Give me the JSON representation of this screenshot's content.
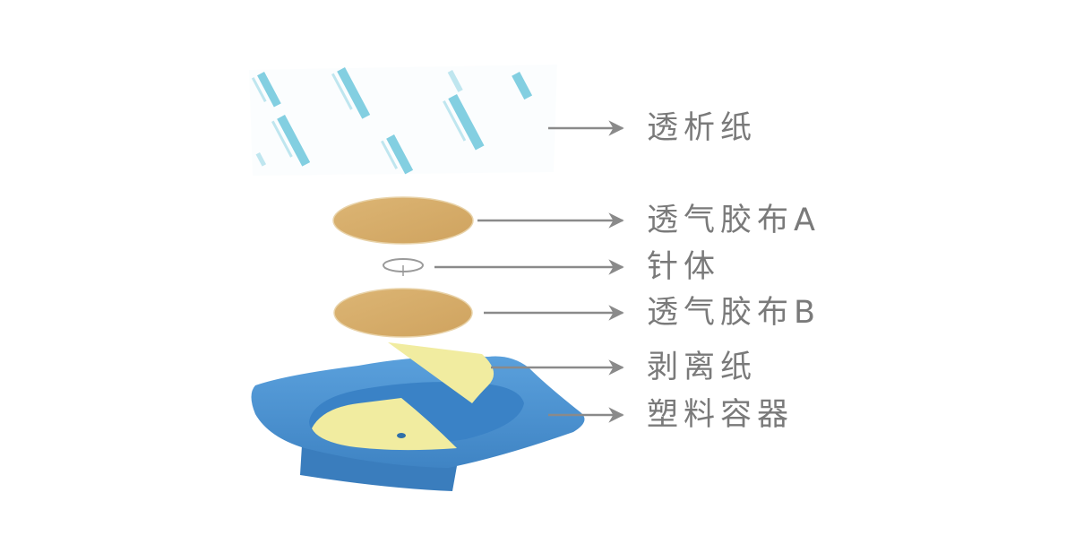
{
  "labels": {
    "dialysis_paper": "透析纸",
    "breathable_tape_a": "透气胶布A",
    "needle_body": "针体",
    "breathable_tape_b": "透气胶布B",
    "release_paper": "剥离纸",
    "plastic_container": "塑料容器"
  },
  "colors": {
    "label_text": "#7a7a7a",
    "arrow": "#8a8a8a",
    "tape": "#d8ae6c",
    "container": "#4b92d2",
    "release_paper": "#f1eca0",
    "print_pattern": "#5cc0d8"
  }
}
